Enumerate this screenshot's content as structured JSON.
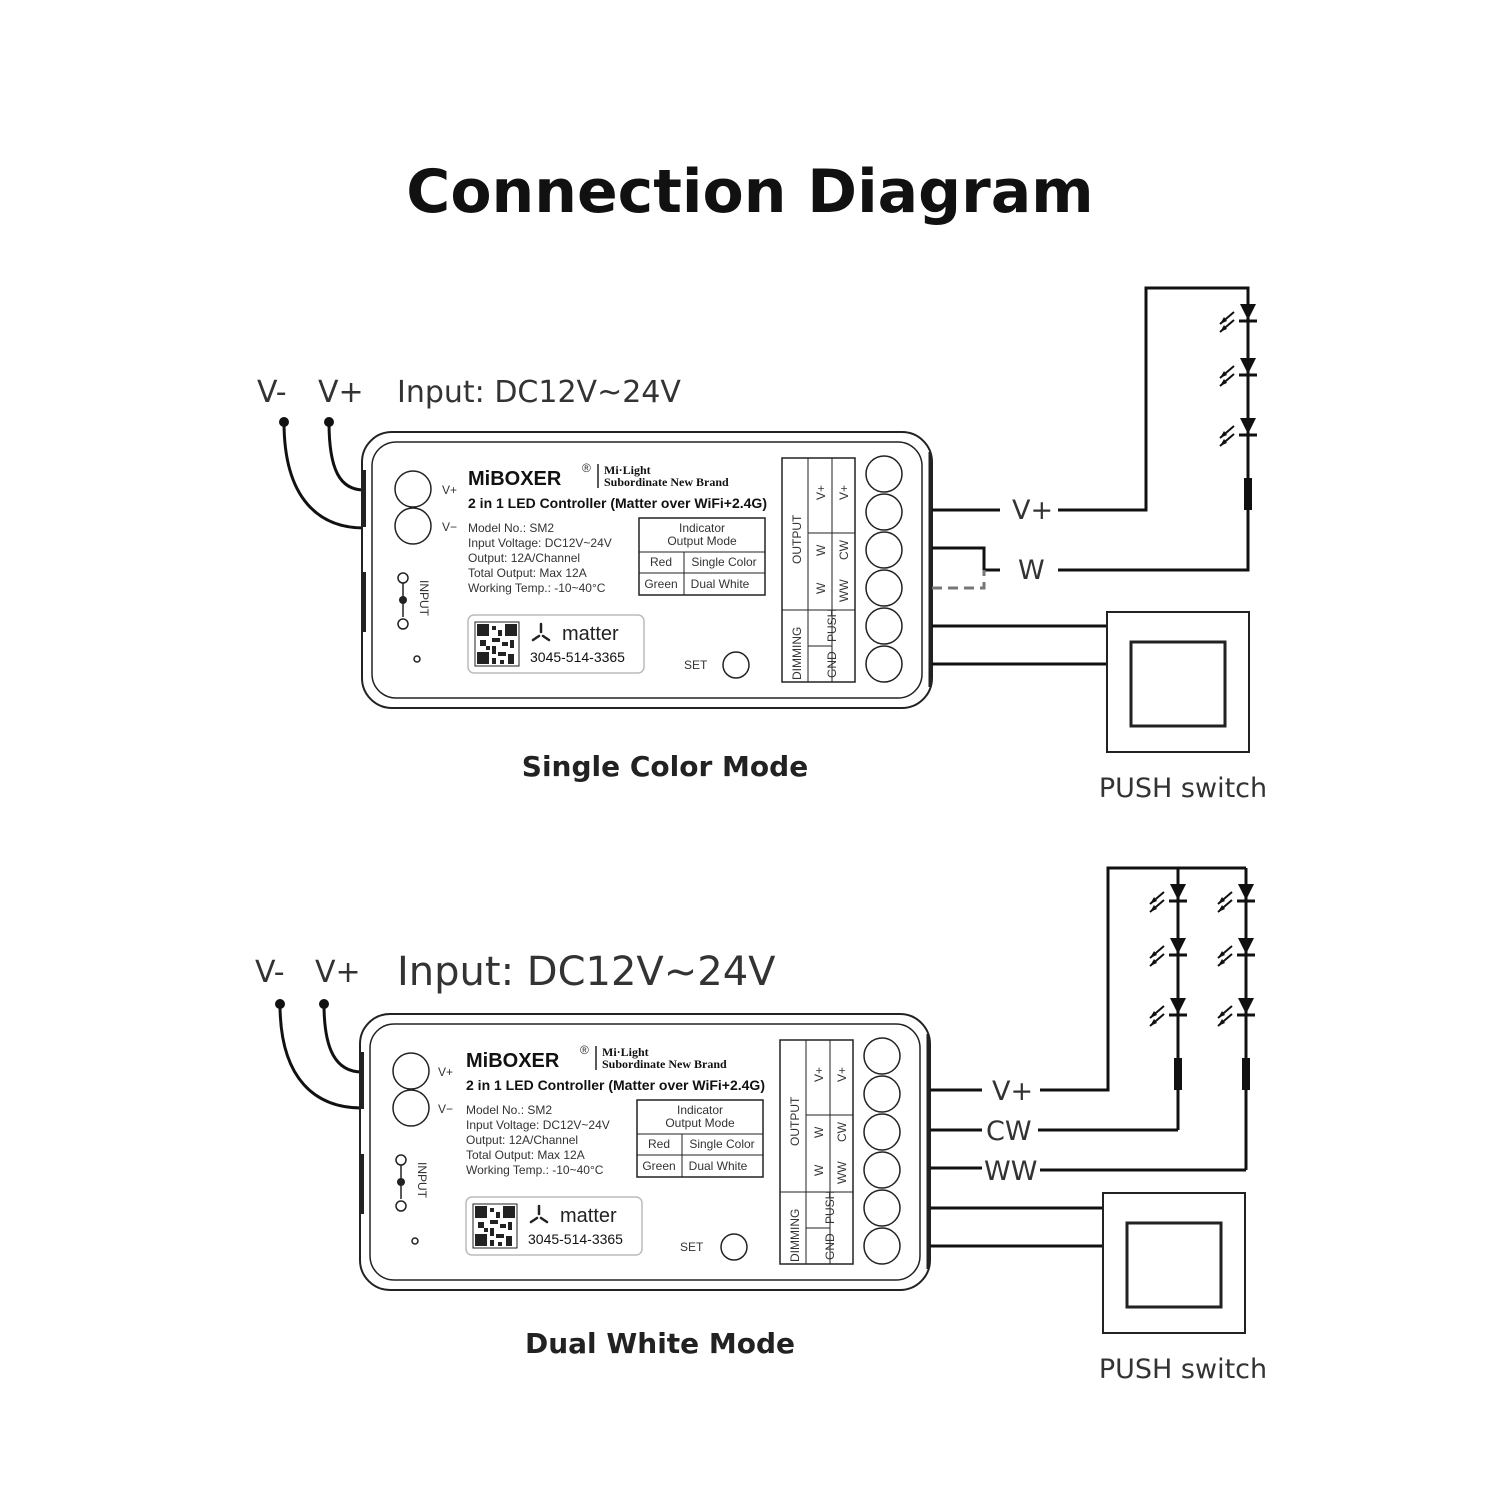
{
  "title": "Connection Diagram",
  "input_label": "Input: DC12V~24V",
  "vminus": "V-",
  "vplus": "V+",
  "controller": {
    "brand": "MiBOXER",
    "reg": "®",
    "brand_sub1": "Mi·Light",
    "brand_sub2": "Subordinate New Brand",
    "product": "2 in 1 LED Controller (Matter over WiFi+2.4G)",
    "specs": [
      "Model No.: SM2",
      "Input Voltage: DC12V~24V",
      "Output: 12A/Channel",
      "Total Output: Max 12A",
      "Working Temp.: -10~40°C"
    ],
    "indicator_title": [
      "Indicator",
      "Output Mode"
    ],
    "indicator_rows": [
      [
        "Red",
        "Single Color"
      ],
      [
        "Green",
        "Dual White"
      ]
    ],
    "matter": "matter",
    "matter_code": "3045-514-3365",
    "set": "SET",
    "input_side": "INPUT",
    "vplus_term": "V+",
    "vminus_term": "V−",
    "output": "OUTPUT",
    "dimming": "DIMMING",
    "col1": [
      "V+",
      "W",
      "W"
    ],
    "col2": [
      "V+",
      "CW",
      "WW"
    ],
    "push": "PUSH",
    "gnd": "GND"
  },
  "single": {
    "mode": "Single Color Mode",
    "wire_vplus": "V+",
    "wire_w": "W",
    "push_switch": "PUSH switch"
  },
  "dual": {
    "mode": "Dual White Mode",
    "wire_vplus": "V+",
    "wire_cw": "CW",
    "wire_ww": "WW",
    "push_switch": "PUSH switch"
  }
}
